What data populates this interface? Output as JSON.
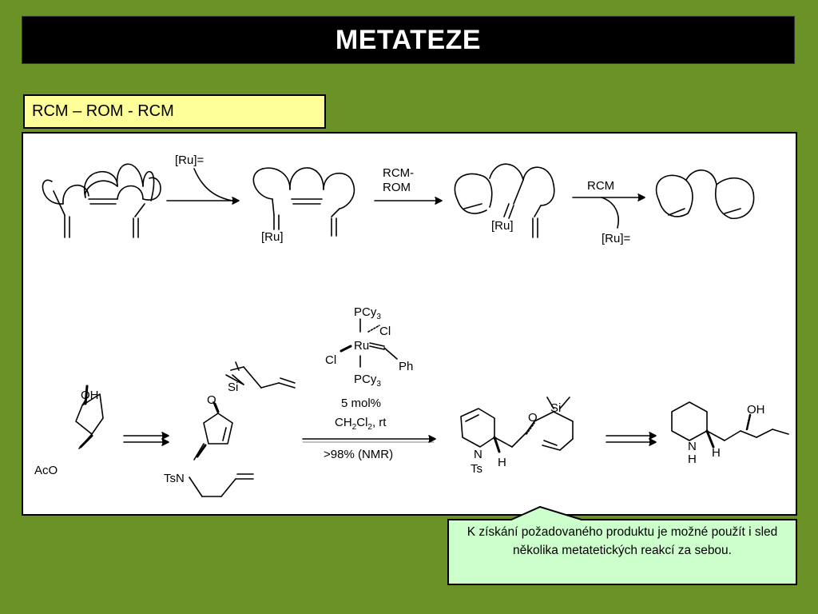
{
  "slide": {
    "title": "METATEZE",
    "subtitle": "RCM – ROM - RCM",
    "colors": {
      "background": "#6b9227",
      "title_bar": "#000000",
      "subtitle_box": "#ffff99",
      "note_box": "#ccffcc"
    }
  },
  "scheme_top": {
    "ru_eq_1": "[Ru]=",
    "step1_ru": "[Ru]",
    "arrow2_line1": "RCM-",
    "arrow2_line2": "ROM",
    "step2_ru": "[Ru]",
    "arrow3_label": "RCM",
    "ru_eq_2": "[Ru]="
  },
  "scheme_bottom": {
    "sm_oh": "OH",
    "sm_aco": "AcO",
    "int_o": "O",
    "int_si": "Si",
    "int_tsn": "TsN",
    "cat_pcy3_top": "PCy",
    "cat_pcy3_top_sub": "3",
    "cat_cl1": "Cl",
    "cat_ru": "Ru",
    "cat_cl2": "Cl",
    "cat_ph": "Ph",
    "cat_pcy3_bot": "PCy",
    "cat_pcy3_bot_sub": "3",
    "cond_loading": "5 mol%",
    "cond_solvent_a": "CH",
    "cond_solvent_sub1": "2",
    "cond_solvent_b": "Cl",
    "cond_solvent_sub2": "2",
    "cond_solvent_c": ", rt",
    "cond_yield": ">98% (NMR)",
    "prod_o": "O",
    "prod_si": "Si",
    "prod_n": "N",
    "prod_ts": "Ts",
    "prod_h": "H",
    "final_oh": "OH",
    "final_n": "N",
    "final_nh": "H",
    "final_h": "H"
  },
  "note": {
    "text": "K získání požadovaného produktu je možné použít i sled několika metatetických reakcí za sebou."
  }
}
